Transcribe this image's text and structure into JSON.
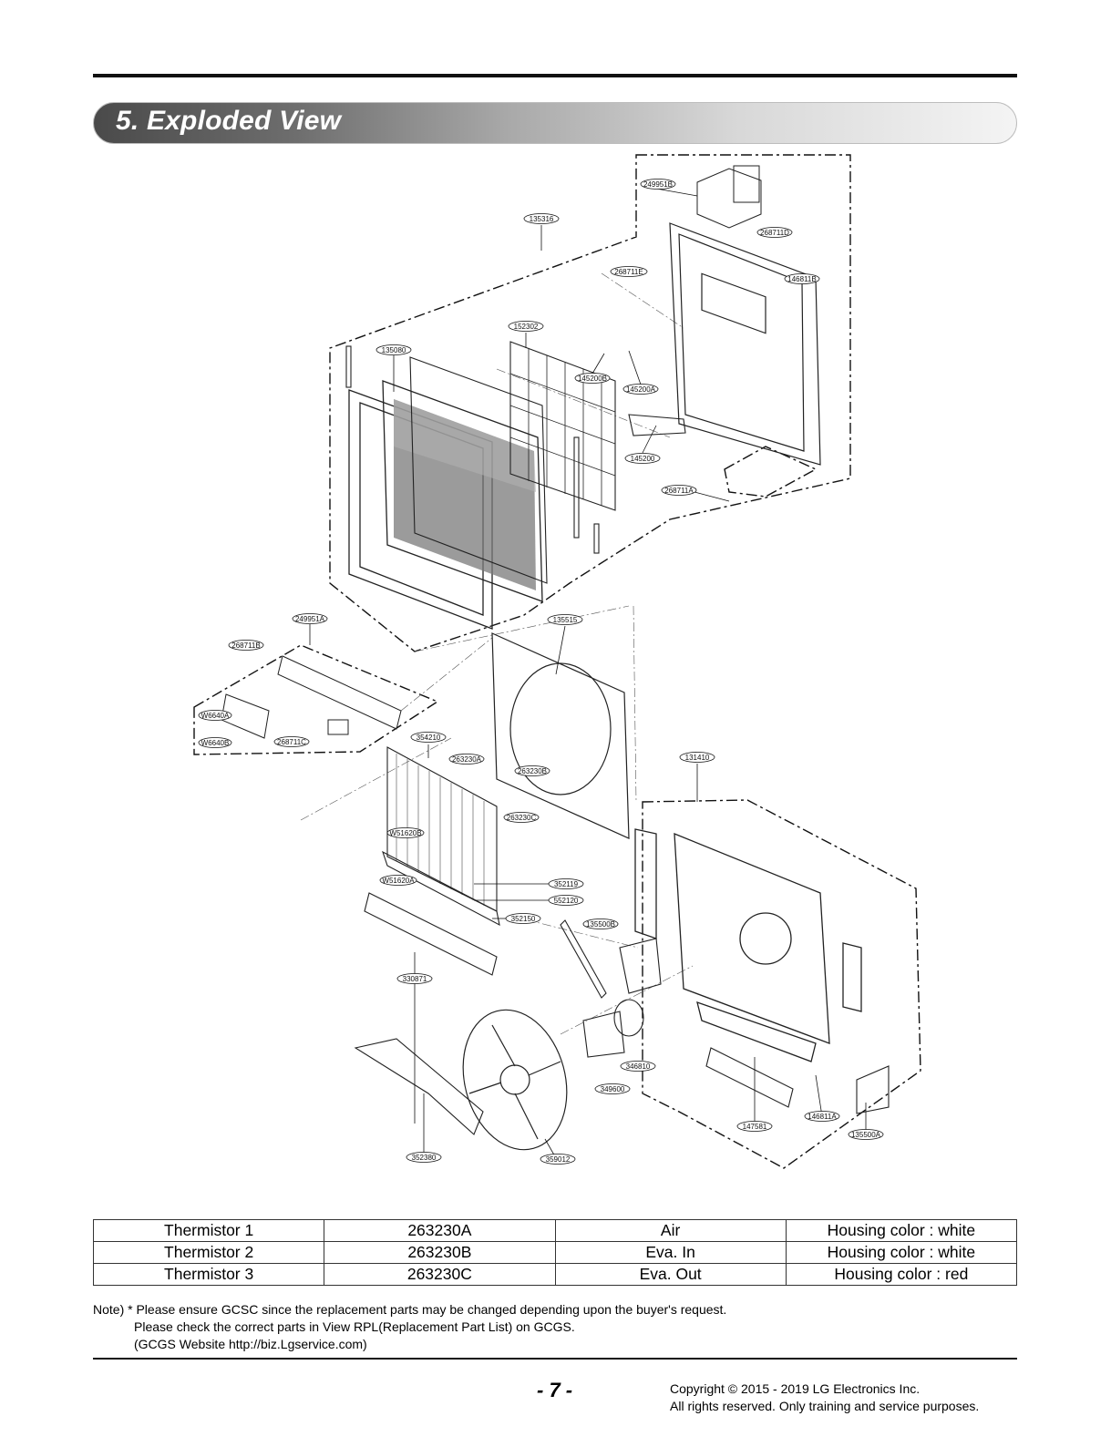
{
  "section": {
    "title": "5. Exploded View"
  },
  "diagram": {
    "callouts": [
      "249951B",
      "135316",
      "268711D",
      "268711E",
      "146811B",
      "152302",
      "135080",
      "145200B",
      "145200A",
      "145200",
      "268711A",
      "249951A",
      "135515",
      "268711B",
      "W6640A",
      "W6640B",
      "268711C",
      "354210",
      "263230A",
      "263230B",
      "131410",
      "263230C",
      "W51620B",
      "W51620A",
      "352119",
      "552120",
      "352150",
      "135500B",
      "330871",
      "346810",
      "349600",
      "147581",
      "146811A",
      "135500A",
      "352380",
      "359012"
    ]
  },
  "thermistor_table": {
    "rows": [
      [
        "Thermistor 1",
        "263230A",
        "Air",
        "Housing color : white"
      ],
      [
        "Thermistor 2",
        "263230B",
        "Eva. In",
        "Housing color : white"
      ],
      [
        "Thermistor 3",
        "263230C",
        "Eva. Out",
        "Housing color : red"
      ]
    ]
  },
  "note": {
    "line1": "Note) * Please ensure GCSC since the replacement parts may be changed depending upon the buyer's request.",
    "line2": "Please check the correct parts in View RPL(Replacement Part List) on GCGS.",
    "line3": "(GCGS Website http://biz.Lgservice.com)"
  },
  "footer": {
    "page_number": "- 7 -",
    "copyright_line1": "Copyright © 2015 - 2019 LG Electronics Inc.",
    "copyright_line2": "All rights reserved. Only training and service purposes."
  }
}
